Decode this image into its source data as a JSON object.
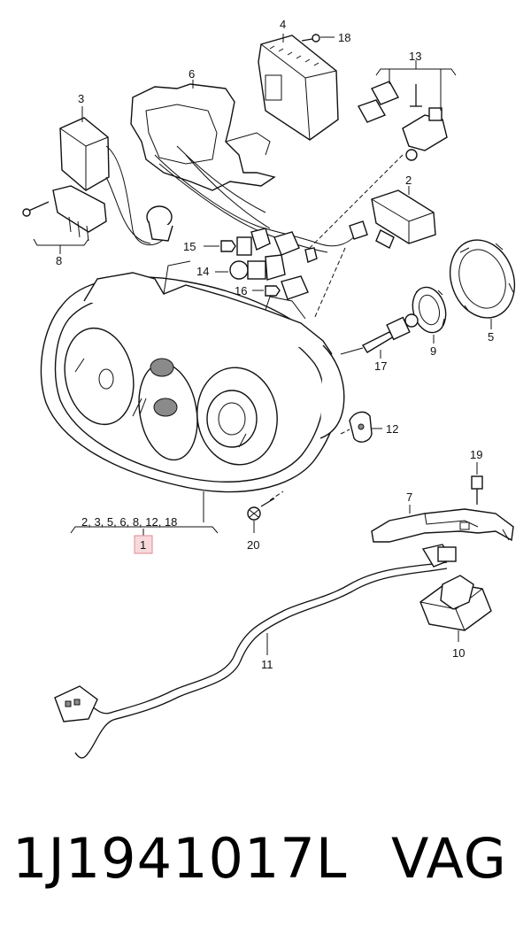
{
  "diagram": {
    "callouts": {
      "c1": "1",
      "c2": "2",
      "c3": "3",
      "c4": "4",
      "c5": "5",
      "c6": "6",
      "c7": "7",
      "c8": "8",
      "c9": "9",
      "c10": "10",
      "c11": "11",
      "c12": "12",
      "c13": "13",
      "c14": "14",
      "c15": "15",
      "c16": "16",
      "c17": "17",
      "c18": "18",
      "c19": "19",
      "c20": "20"
    },
    "assembly_contents": "2, 3, 5, 6, 8, 12, 18",
    "highlight_color": "#f7d9dc"
  },
  "footer": {
    "part_number": "1J1941017L",
    "brand": "VAG"
  }
}
